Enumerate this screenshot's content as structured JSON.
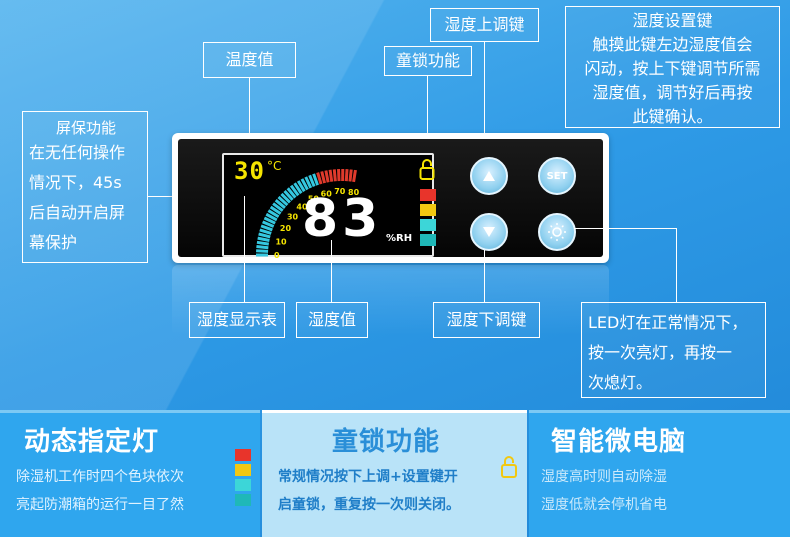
{
  "callouts": {
    "screensaver": {
      "title": "屏保功能",
      "lines": [
        "在无任何操作",
        "情况下，45s",
        "后自动开启屏",
        "幕保护"
      ]
    },
    "humidity_value_top": "温度值",
    "child_lock_top": "童锁功能",
    "humidity_up": "湿度上调键",
    "set_key": {
      "title": "湿度设置键",
      "lines": [
        "触摸此键左边湿度值会",
        "闪动，按上下键调节所需",
        "湿度值，调节好后再按",
        "此键确认。"
      ]
    },
    "humidity_display": "湿度显示表",
    "humidity_value_bottom": "湿度值",
    "humidity_down": "湿度下调键",
    "led": {
      "lines": [
        "LED灯在正常情况下，",
        "按一次亮灯，再按一",
        "次熄灯。"
      ]
    }
  },
  "lcd": {
    "temperature": "30",
    "temp_unit": "°C",
    "humidity": "83",
    "humidity_unit": "%RH",
    "scale_labels": [
      "0",
      "10",
      "20",
      "30",
      "40",
      "50",
      "60",
      "70",
      "80"
    ]
  },
  "buttons": {
    "set_label": "SET"
  },
  "features": [
    {
      "title": "动态指定灯",
      "lines": [
        "除湿机工作时四个色块依次",
        "亮起防潮箱的运行一目了然"
      ]
    },
    {
      "title": "童锁功能",
      "lines": [
        "常规情况按下上调+设置键开",
        "启童锁，重复按一次则关闭。"
      ]
    },
    {
      "title": "智能微电脑",
      "lines": [
        "湿度高时则自动除湿",
        "湿度低就会停机省电"
      ]
    }
  ],
  "colors": {
    "indicator": [
      "#e8342b",
      "#f2c811",
      "#3cd6d8",
      "#1fb8b8"
    ],
    "lcd_yellow": "#f5e400",
    "lcd_arc_cyan": "#35c8e0",
    "lcd_arc_red": "#e03a2c"
  }
}
